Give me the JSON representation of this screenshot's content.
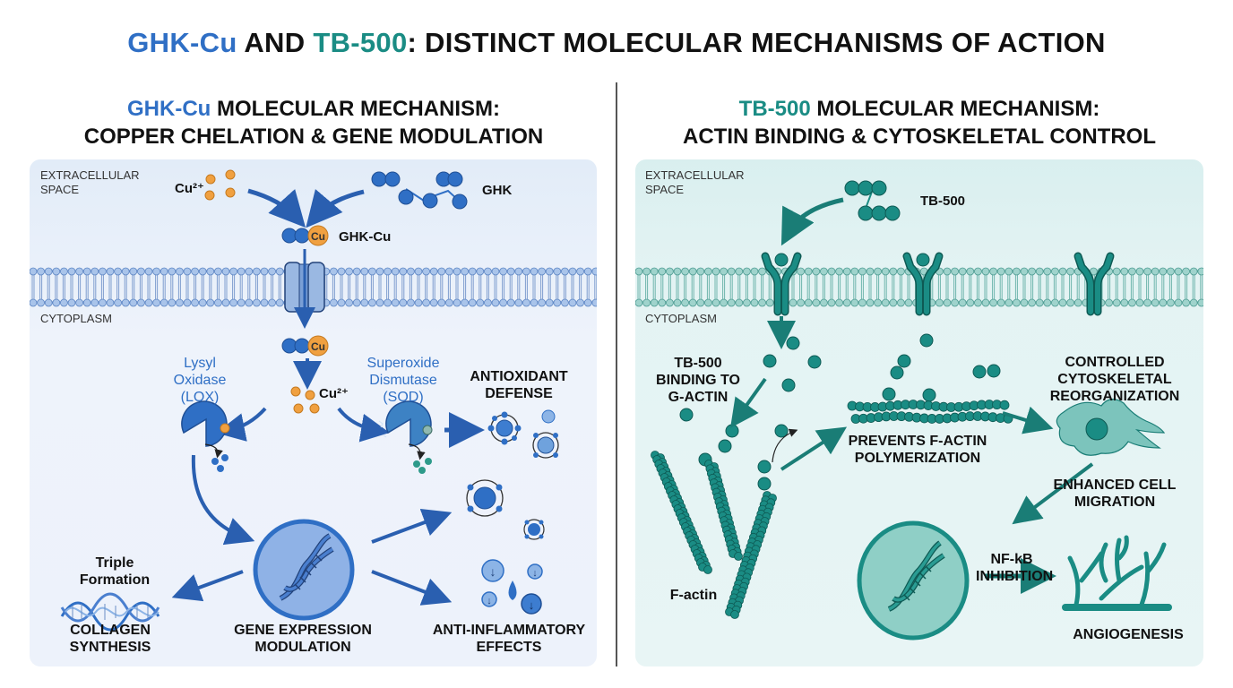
{
  "title": {
    "part1": "GHK-Cu",
    "part2": " AND ",
    "part3": "TB-500",
    "part4": ": DISTINCT MOLECULAR MECHANISMS OF ACTION"
  },
  "colors": {
    "ghk_blue": "#2f6fc5",
    "tb_teal": "#1a8c84",
    "copper_orange": "#f0a040"
  },
  "left_panel": {
    "heading_accent": "GHK-Cu",
    "heading_rest": " MOLECULAR MECHANISM:",
    "heading_line2": "COPPER CHELATION & GENE MODULATION",
    "region_extracellular_1": "EXTRACELLULAR",
    "region_extracellular_2": "SPACE",
    "region_cytoplasm": "CYTOPLASM",
    "cu_ion": "Cu²⁺",
    "ghk": "GHK",
    "ghk_cu": "GHK-Cu",
    "cu_symbol": "Cu",
    "cu_ion_inner": "Cu²⁺",
    "lox_1": "Lysyl",
    "lox_2": "Oxidase",
    "lox_3": "(LOX)",
    "sod_1": "Superoxide",
    "sod_2": "Dismutase",
    "sod_3": "(SOD)",
    "antioxidant_1": "ANTIOXIDANT",
    "antioxidant_2": "DEFENSE",
    "triple_1": "Triple",
    "triple_2": "Formation",
    "collagen_1": "COLLAGEN",
    "collagen_2": "SYNTHESIS",
    "gene_1": "GENE EXPRESSION",
    "gene_2": "MODULATION",
    "antiinf_1": "ANTI-INFLAMMATORY",
    "antiinf_2": "EFFECTS"
  },
  "right_panel": {
    "heading_accent": "TB-500",
    "heading_rest": " MOLECULAR MECHANISM:",
    "heading_line2": "ACTIN BINDING & CYTOSKELETAL CONTROL",
    "region_extracellular_1": "EXTRACELLULAR",
    "region_extracellular_2": "SPACE",
    "region_cytoplasm": "CYTOPLASM",
    "tb500": "TB-500",
    "binding_1": "TB-500",
    "binding_2": "BINDING TO",
    "binding_3": "G-ACTIN",
    "prevents_1": "PREVENTS F-ACTIN",
    "prevents_2": "POLYMERIZATION",
    "controlled_1": "CONTROLLED",
    "controlled_2": "CYTOSKELETAL",
    "controlled_3": "REORGANIZATION",
    "migration_1": "ENHANCED CELL",
    "migration_2": "MIGRATION",
    "factin": "F-actin",
    "nfkb_1": "NF-kB",
    "nfkb_2": "INHIBITION",
    "angio": "ANGIOGENESIS"
  }
}
